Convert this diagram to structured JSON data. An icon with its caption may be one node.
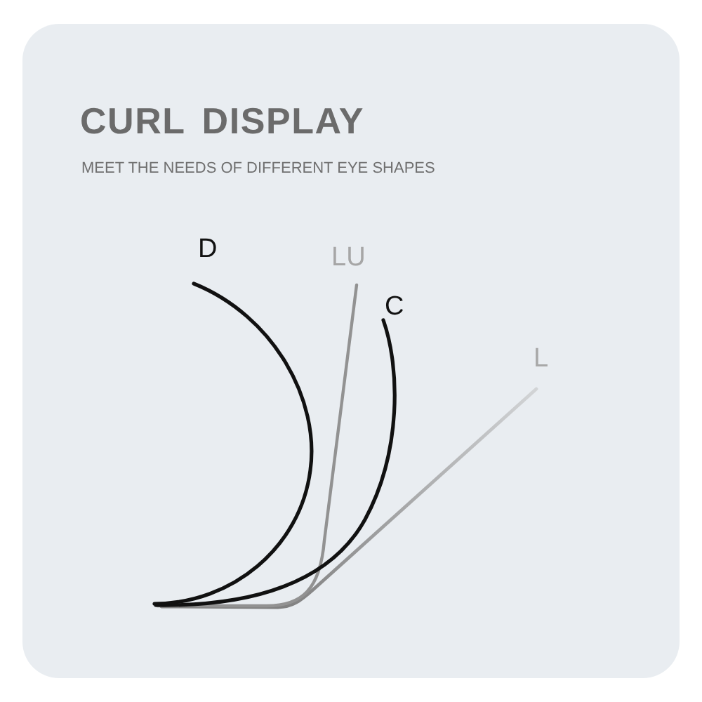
{
  "diagram": {
    "title": "CURL DISPLAY",
    "labels": [
      "MEET THE NEEDS OF DIFFERENT EYE SHAPES",
      "D",
      "LU",
      "C",
      "L"
    ]
  }
}
